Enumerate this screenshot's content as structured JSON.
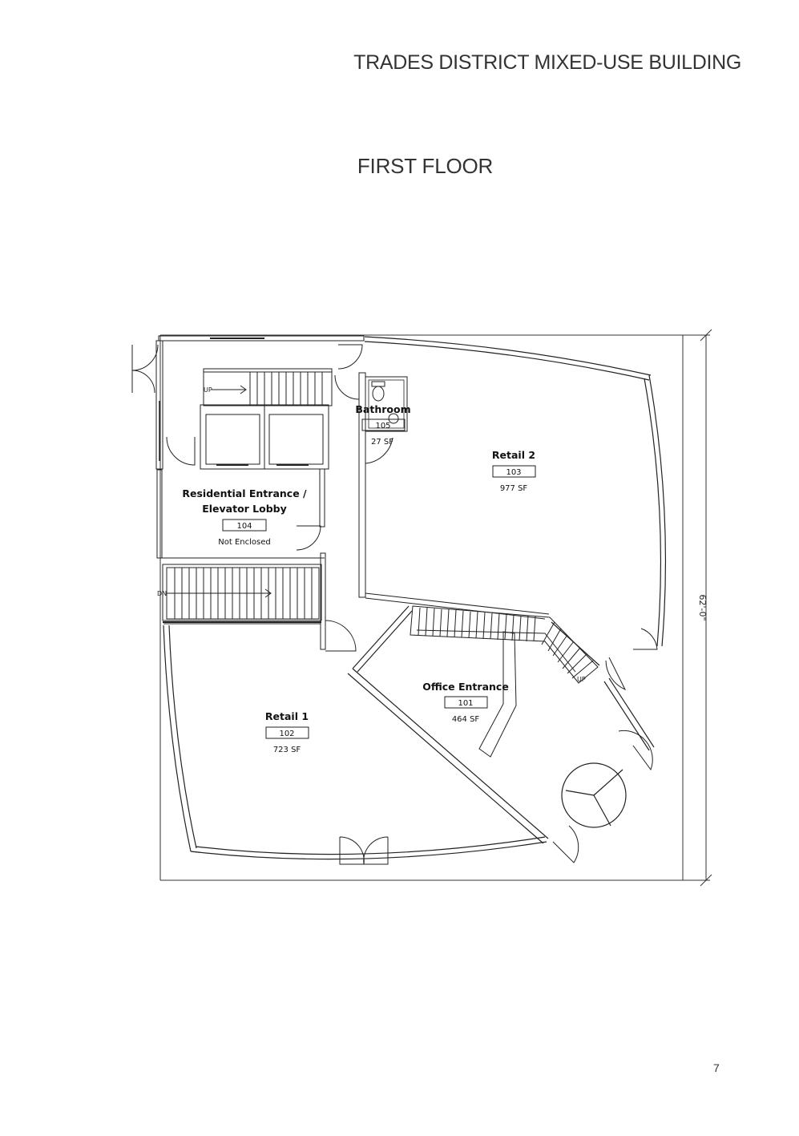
{
  "document": {
    "project_title": "TRADES DISTRICT MIXED-USE BUILDING",
    "sheet_title": "FIRST FLOOR",
    "page_number": "7"
  },
  "plan": {
    "overall_dimension": "62'-0\"",
    "rooms": [
      {
        "name": "Office Entrance",
        "number": "101",
        "area": "464 SF"
      },
      {
        "name": "Retail 1",
        "number": "102",
        "area": "723 SF"
      },
      {
        "name": "Retail 2",
        "number": "103",
        "area": "977 SF"
      },
      {
        "name_line1": "Residential Entrance /",
        "name_line2": "Elevator Lobby",
        "number": "104",
        "area": "Not Enclosed"
      },
      {
        "name": "Bathroom",
        "number": "105",
        "area": "27 SF"
      }
    ],
    "stair_labels": {
      "upper_stair": "UP",
      "lobby_stair": "DN",
      "office_stair": "UP"
    }
  }
}
